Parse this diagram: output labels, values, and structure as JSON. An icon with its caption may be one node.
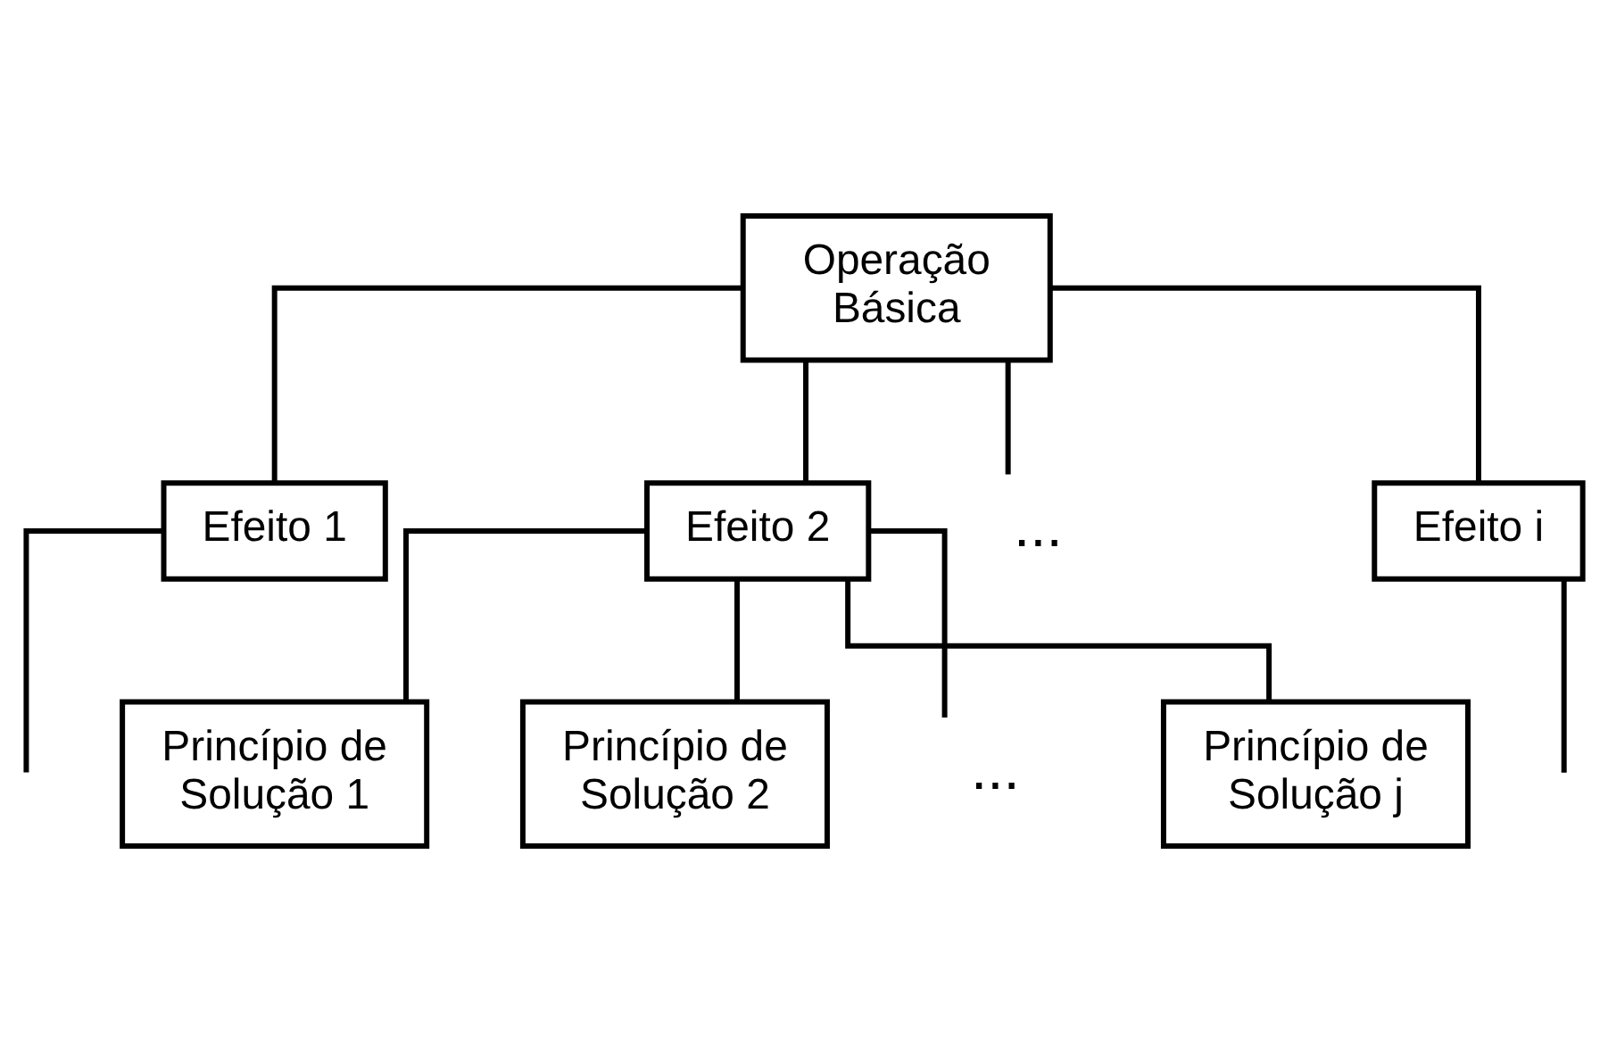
{
  "diagram": {
    "nodes": [
      {
        "text": [
          "Operação Básica"
        ]
      },
      {
        "text": [
          "Efeito 1"
        ]
      },
      {
        "text": [
          "Efeito 2"
        ]
      },
      {
        "text": [
          "..."
        ]
      },
      {
        "text": [
          "Efeito i"
        ]
      },
      {
        "text": [
          "Princípio de Solução 1"
        ]
      },
      {
        "text": [
          "Princípio de Solução 2"
        ]
      },
      {
        "text": [
          "..."
        ]
      },
      {
        "text": [
          "Princípio de Solução j"
        ]
      }
    ],
    "edges": [
      {
        "from": 0,
        "to": 1,
        "arrow": "none"
      },
      {
        "from": 0,
        "to": 2,
        "arrow": "none"
      },
      {
        "from": 0,
        "to": 3,
        "arrow": "none"
      },
      {
        "from": 0,
        "to": 4,
        "arrow": "none"
      },
      {
        "from": 1,
        "to": null,
        "arrow": "none"
      },
      {
        "from": 2,
        "to": 5,
        "arrow": "none"
      },
      {
        "from": 2,
        "to": 6,
        "arrow": "none"
      },
      {
        "from": 2,
        "to": 7,
        "arrow": "none"
      },
      {
        "from": 2,
        "to": 8,
        "arrow": "none"
      },
      {
        "from": 4,
        "to": null,
        "arrow": "none"
      }
    ]
  }
}
